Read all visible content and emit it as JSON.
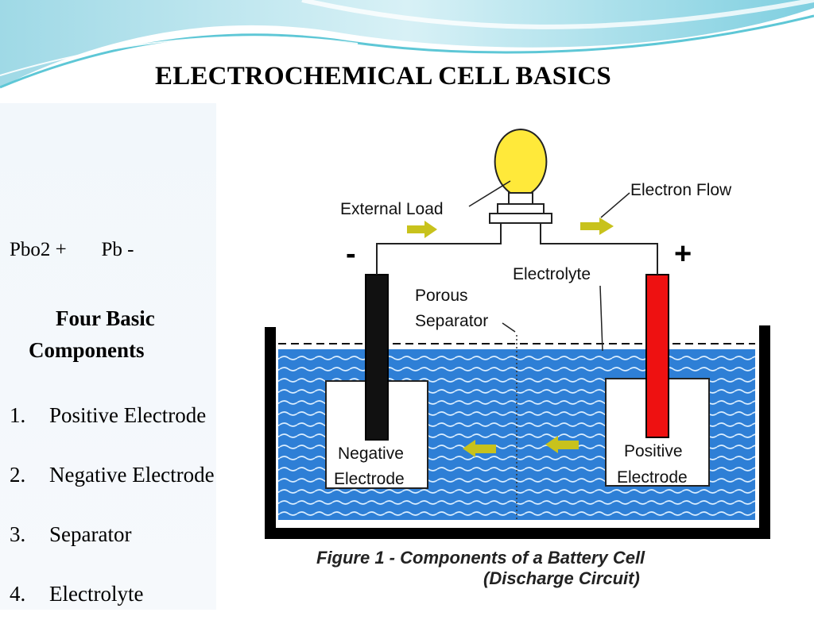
{
  "title": "ELECTROCHEMICAL CELL BASICS",
  "formula": "Pbo2 +       Pb -",
  "subheading": {
    "line1": "Four Basic",
    "line2": "Components"
  },
  "components": [
    {
      "num": "1.",
      "label": "Positive Electrode"
    },
    {
      "num": "2.",
      "label": "Negative Electrode"
    },
    {
      "num": "3.",
      "label": "Separator"
    },
    {
      "num": "4.",
      "label": "Electrolyte"
    }
  ],
  "diagram": {
    "external_load": "External Load",
    "electron_flow": "Electron Flow",
    "minus_sign": "-",
    "plus_sign": "+",
    "electrolyte": "Electrolyte",
    "porous_1": "Porous",
    "porous_2": "Separator",
    "negative_1": "Negative",
    "negative_2": "Electrode",
    "positive_1": "Positive",
    "positive_2": "Electrode"
  },
  "caption": {
    "line1": "Figure 1 - Components of a Battery Cell",
    "line2": "(Discharge Circuit)"
  },
  "colors": {
    "electrolyte": "#2e7fd6",
    "positive_electrode": "#ee1111",
    "negative_electrode": "#111111",
    "bulb": "#ffe93a",
    "arrow": "#c8c21c",
    "wave_teal": "#5ec7d6"
  }
}
